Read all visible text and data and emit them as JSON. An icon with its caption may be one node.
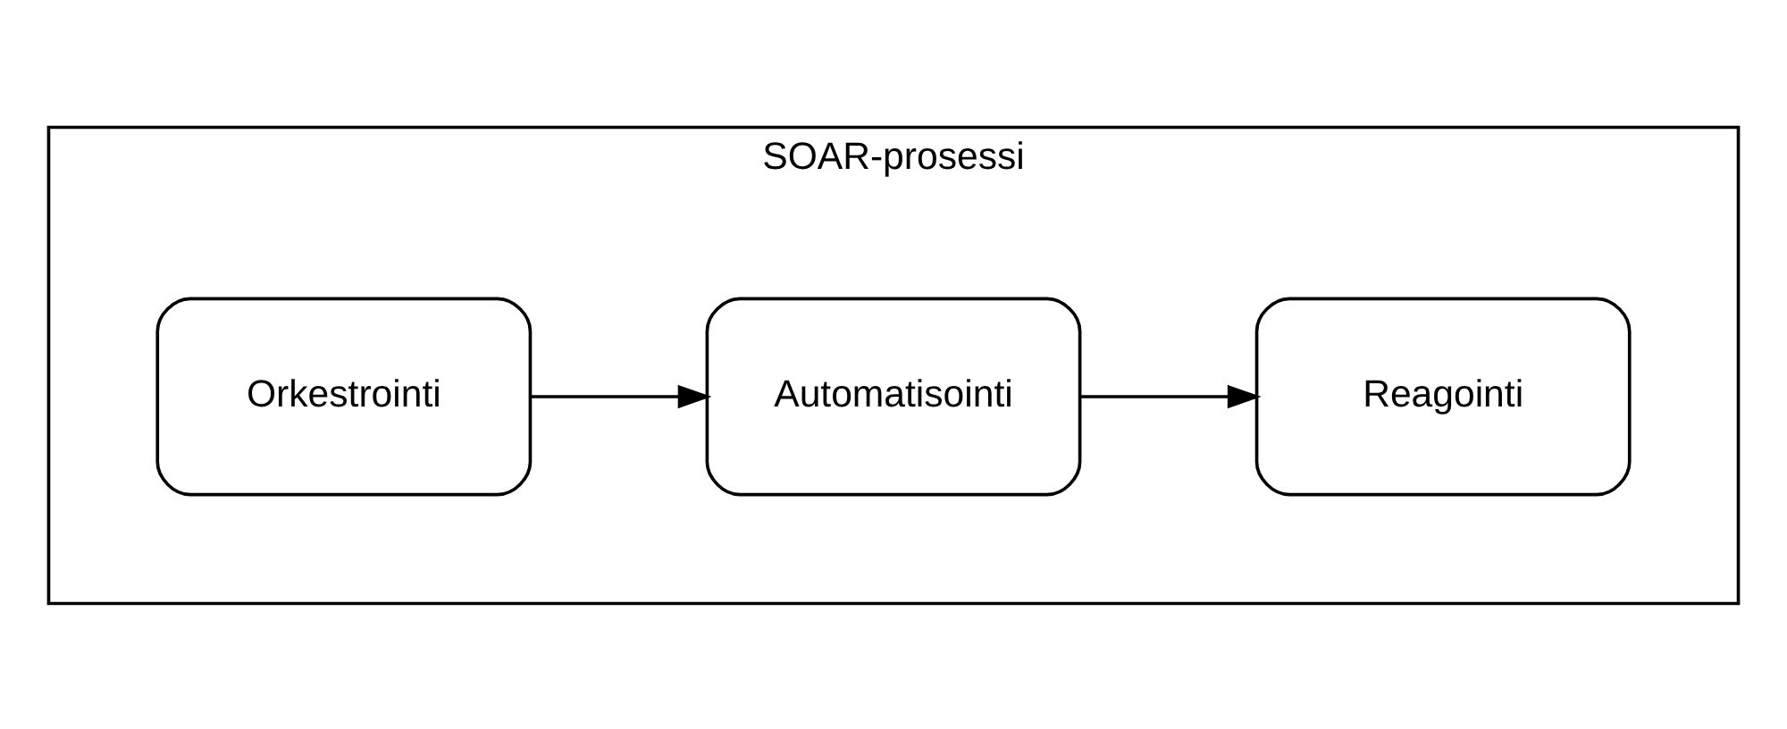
{
  "diagram": {
    "nodes": [
      {
        "text": [
          "SOAR-prosessi"
        ]
      },
      {
        "text": [
          "Orkestrointi"
        ],
        "in": 0
      },
      {
        "text": [
          "Automatisointi"
        ],
        "in": 0
      },
      {
        "text": [
          "Reagointi"
        ],
        "in": 0
      }
    ],
    "edges": [
      {
        "from": 1,
        "to": 2,
        "arrow": "to"
      },
      {
        "from": 2,
        "to": 3,
        "arrow": "to"
      }
    ]
  }
}
